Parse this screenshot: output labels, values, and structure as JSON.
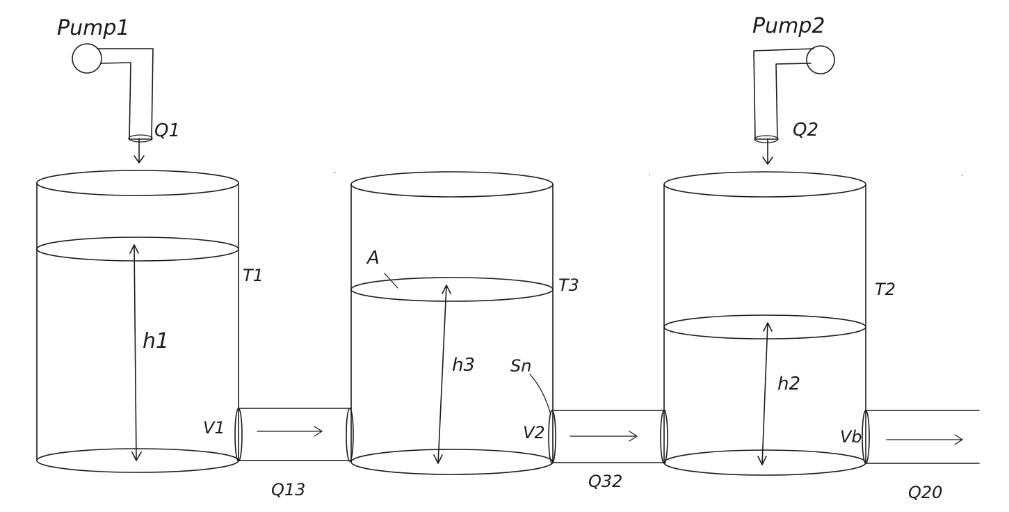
{
  "pumps": [
    {
      "label": "Pump1",
      "flow_label": "Q1"
    },
    {
      "label": "Pump2",
      "flow_label": "Q2"
    }
  ],
  "tanks": [
    {
      "label": "T1",
      "level_label": "h1"
    },
    {
      "label": "T3",
      "level_label": "h3",
      "area_label": "A"
    },
    {
      "label": "T2",
      "level_label": "h2"
    }
  ],
  "valves": [
    {
      "label": "V1",
      "flow_label": "Q13"
    },
    {
      "label": "V2",
      "flow_label": "Q32",
      "section_label": "Sn"
    },
    {
      "label": "Vb",
      "flow_label": "Q20"
    }
  ]
}
